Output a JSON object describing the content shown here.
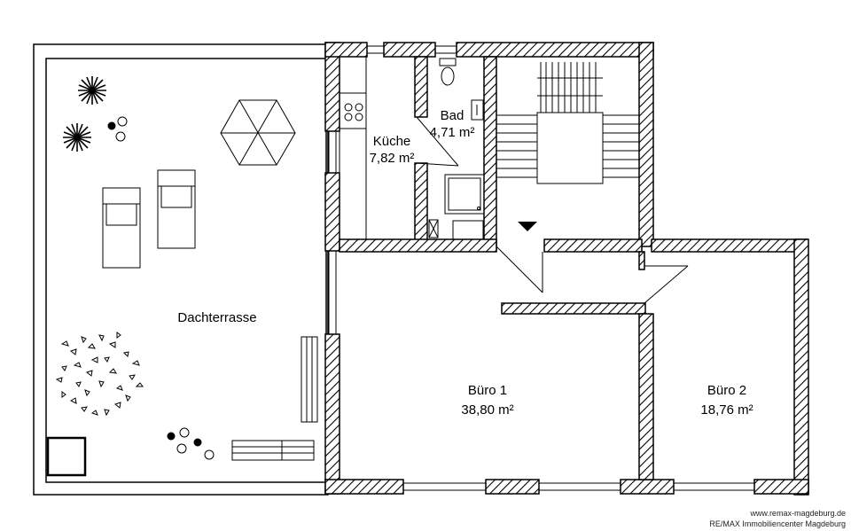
{
  "rooms": {
    "dachterrasse": {
      "name": "Dachterrasse"
    },
    "kueche": {
      "name": "Küche",
      "area": "7,82 m²"
    },
    "bad": {
      "name": "Bad",
      "area": "4,71 m²"
    },
    "buero1": {
      "name": "Büro 1",
      "area": "38,80 m²"
    },
    "buero2": {
      "name": "Büro 2",
      "area": "18,76 m²"
    }
  },
  "footer": {
    "url": "www.remax-magdeburg.de",
    "company": "RE/MAX Immobiliencenter Magdeburg"
  },
  "icons": [
    "parasol-icon",
    "sun-lounger-icon",
    "plant-icon",
    "planter-icon",
    "stove-icon",
    "toilet-icon",
    "sink-icon",
    "shower-icon",
    "staircase-icon",
    "bench-icon"
  ]
}
